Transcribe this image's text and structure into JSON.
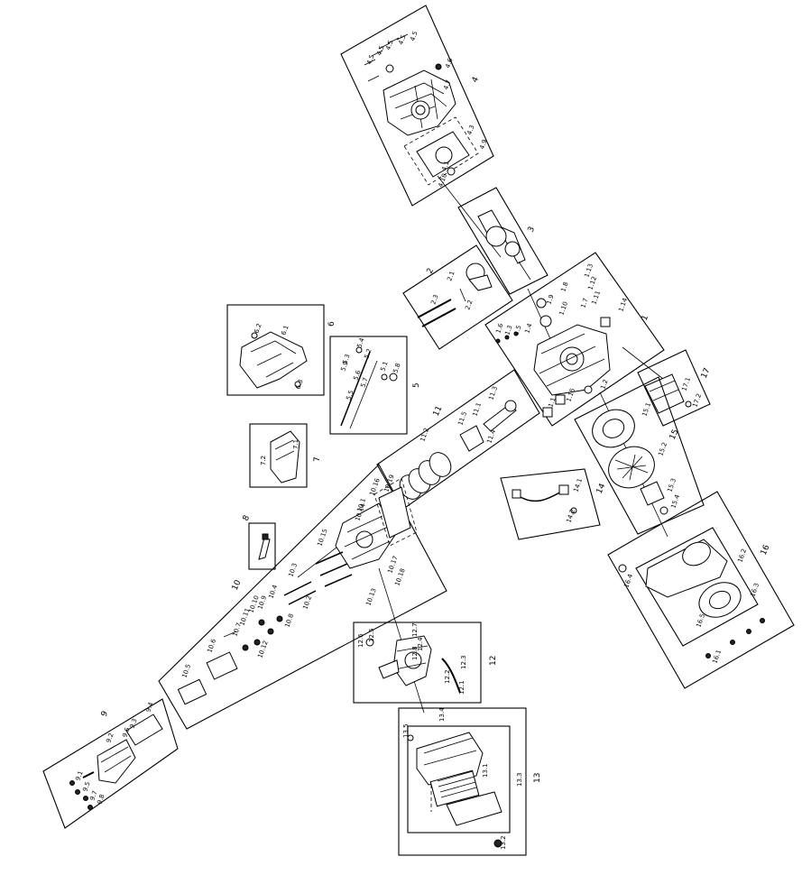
{
  "groups": [
    {
      "label": "1",
      "parts": [
        "1.1",
        "1.2",
        "1.3",
        "1.4",
        "1.5",
        "1.6",
        "1.7",
        "1.8",
        "1.9",
        "1.10",
        "1.11",
        "1.12",
        "1.13",
        "1.14",
        "1.15"
      ]
    },
    {
      "label": "2",
      "parts": [
        "2.1",
        "2.2",
        "2.3"
      ]
    },
    {
      "label": "3",
      "parts": []
    },
    {
      "label": "4",
      "parts": [
        "4.1",
        "4.2",
        "4.3",
        "4.4",
        "4.5",
        "4.6",
        "4.7",
        "4.9",
        "4.10"
      ]
    },
    {
      "label": "5",
      "parts": [
        "5.1",
        "5.2",
        "5.3",
        "5.4",
        "5.5",
        "5.6",
        "5.7",
        "5.8",
        "5.9"
      ]
    },
    {
      "label": "6",
      "parts": [
        "6.1",
        "6.2",
        "6.3"
      ]
    },
    {
      "label": "7",
      "parts": [
        "7.1",
        "7.2"
      ]
    },
    {
      "label": "8",
      "parts": []
    },
    {
      "label": "9",
      "parts": [
        "9.1",
        "9.2",
        "9.3",
        "9.4",
        "9.5",
        "9.6",
        "9.7",
        "9.8"
      ]
    },
    {
      "label": "10",
      "parts": [
        "10.1",
        "10.2",
        "10.3",
        "10.4",
        "10.5",
        "10.6",
        "10.7",
        "10.8",
        "10.9",
        "10.10",
        "10.11",
        "10.12",
        "10.13",
        "10.14",
        "10.15",
        "10.16",
        "10.17",
        "10.18",
        "10.19"
      ]
    },
    {
      "label": "11",
      "parts": [
        "11.1",
        "11.2",
        "11.3",
        "11.4",
        "11.5"
      ]
    },
    {
      "label": "12",
      "parts": [
        "12.1",
        "12.2",
        "12.3",
        "12.4",
        "12.5",
        "12.6",
        "12.7",
        "12.8"
      ]
    },
    {
      "label": "13",
      "parts": [
        "13.1",
        "13.2",
        "13.3",
        "13.4",
        "13.5"
      ]
    },
    {
      "label": "14",
      "parts": [
        "14.1",
        "14.2"
      ]
    },
    {
      "label": "15",
      "parts": [
        "15.1",
        "15.2",
        "15.3",
        "15.4"
      ]
    },
    {
      "label": "16",
      "parts": [
        "16.1",
        "16.2",
        "16.3",
        "16.4",
        "16.5"
      ]
    },
    {
      "label": "17",
      "parts": [
        "17.1",
        "17.2"
      ]
    }
  ]
}
